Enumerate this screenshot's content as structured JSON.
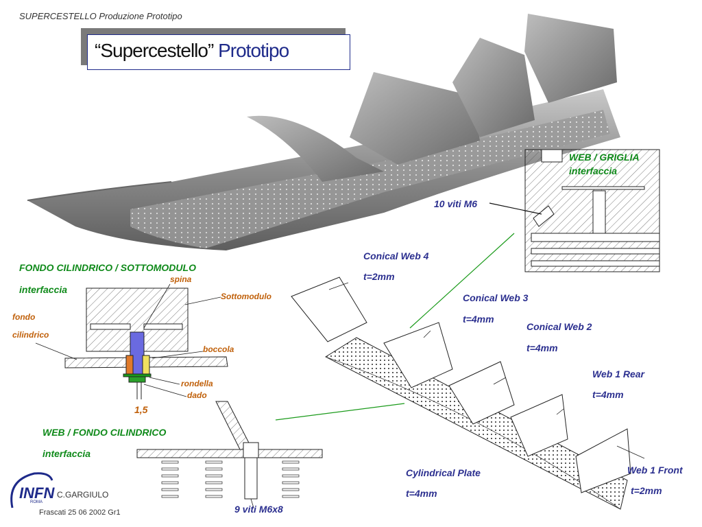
{
  "header": {
    "text": "SUPERCESTELLO Produzione Prototipo"
  },
  "title": {
    "quoted": "“Supercestello”",
    "plain": "Prototipo"
  },
  "labels": {
    "web_griglia": "WEB / GRIGLIA",
    "web_griglia_sub": "interfaccia",
    "viti_m6": "10 viti M6",
    "conical_web_4": "Conical Web 4",
    "conical_web_4_t": "t=2mm",
    "conical_web_3": "Conical Web 3",
    "conical_web_3_t": "t=4mm",
    "conical_web_2": "Conical Web 2",
    "conical_web_2_t": "t=4mm",
    "web_1_rear": "Web 1 Rear",
    "web_1_rear_t": "t=4mm",
    "web_1_front": "Web 1 Front",
    "web_1_front_t": "t=2mm",
    "cyl_plate": "Cylindrical Plate",
    "cyl_plate_t": "t=4mm",
    "fondo_sottomodulo": "FONDO CILINDRICO / SOTTOMODULO",
    "fondo_sottomodulo_sub": "interfaccia",
    "spina": "spina",
    "sottomodulo": "Sottomodulo",
    "fondo": "fondo",
    "cilindrico": "cilindrico",
    "boccola": "boccola",
    "rondella": "rondella",
    "dado": "dado",
    "dim_15": "1,5",
    "web_fondo": "WEB / FONDO CILINDRICO",
    "web_fondo_sub": "interfaccia",
    "viti_m6x8": "9 viti M6x8"
  },
  "footer": {
    "logo": "INFN",
    "logo_sub": "ROMA",
    "author": "C.GARGIULO",
    "place_date": "Frascati 25 06 2002 Gr1"
  },
  "colors": {
    "title_blue": "#1e2a8a",
    "label_blue": "#2b2f8f",
    "label_green": "#0f8a1a",
    "label_orange": "#c0600a"
  }
}
